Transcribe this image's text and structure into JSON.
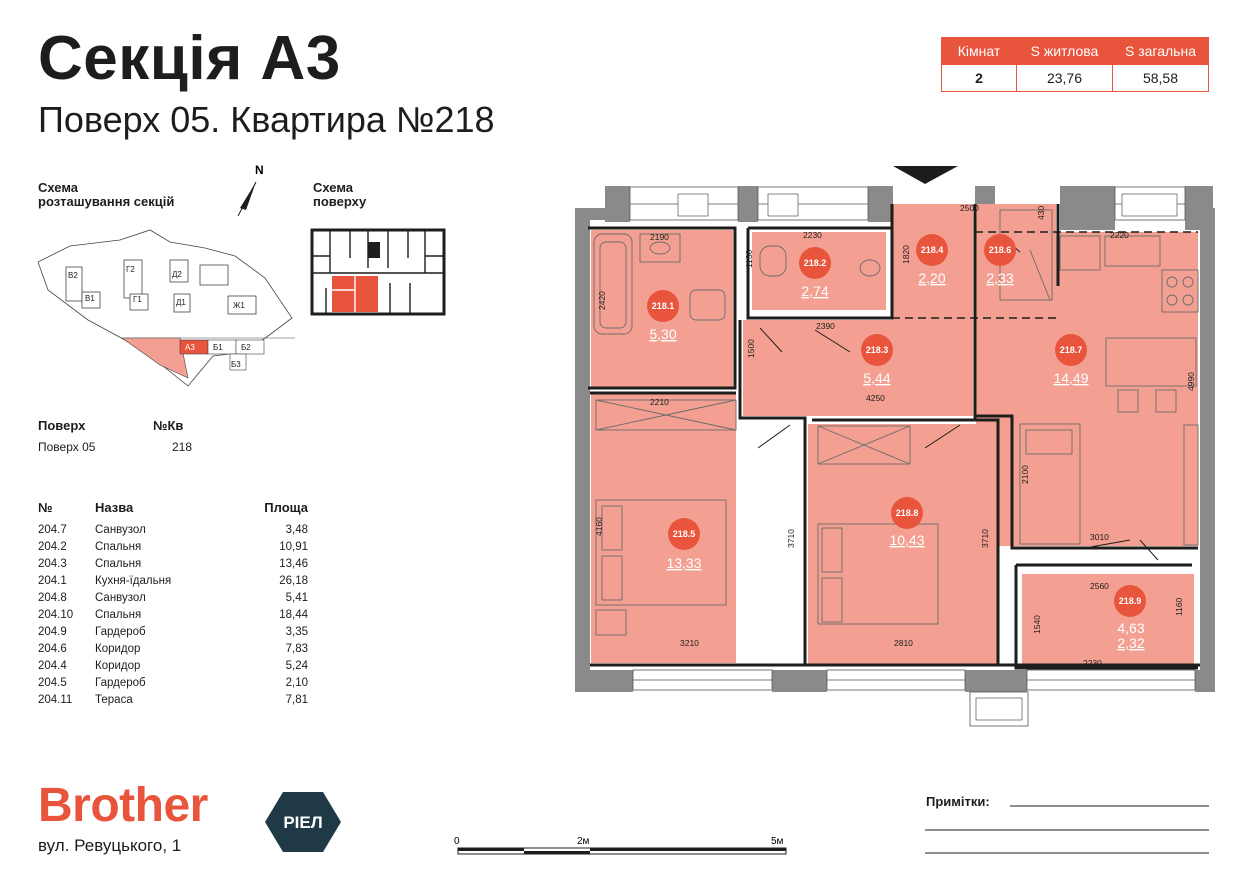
{
  "header": {
    "title": "Секція А3",
    "subtitle": "Поверх 05. Квартира №218"
  },
  "summary": {
    "headers": [
      "Кімнат",
      "S житлова",
      "S загальна"
    ],
    "values": [
      "2",
      "23,76",
      "58,58"
    ]
  },
  "section_scheme": {
    "title_line1": "Схема",
    "title_line2": "розташування секцій",
    "north": "N",
    "labels": [
      "В2",
      "Г2",
      "Д2",
      "В1",
      "Г1",
      "Д1",
      "Ж1",
      "А3",
      "Б1",
      "Б2",
      "Б3"
    ]
  },
  "floor_scheme": {
    "title_line1": "Схема",
    "title_line2": "поверху"
  },
  "info": {
    "floor_label": "Поверх",
    "apt_label": "№Кв",
    "floor_value": "Поверх 05",
    "apt_value": "218"
  },
  "rooms_table": {
    "headers": [
      "№",
      "Назва",
      "Площа"
    ],
    "rows": [
      [
        "204.7",
        "Санвузол",
        "3,48"
      ],
      [
        "204.2",
        "Спальня",
        "10,91"
      ],
      [
        "204.3",
        "Спальня",
        "13,46"
      ],
      [
        "204.1",
        "Кухня-їдальня",
        "26,18"
      ],
      [
        "204.8",
        "Санвузол",
        "5,41"
      ],
      [
        "204.10",
        "Спальня",
        "18,44"
      ],
      [
        "204.9",
        "Гардероб",
        "3,35"
      ],
      [
        "204.6",
        "Коридор",
        "7,83"
      ],
      [
        "204.4",
        "Коридор",
        "5,24"
      ],
      [
        "204.5",
        "Гардероб",
        "2,10"
      ],
      [
        "204.11",
        "Тераса",
        "7,81"
      ]
    ]
  },
  "plan": {
    "rooms": [
      {
        "id": "218.1",
        "area": "5,30"
      },
      {
        "id": "218.2",
        "area": "2,74"
      },
      {
        "id": "218.3",
        "area": "5,44"
      },
      {
        "id": "218.4",
        "area": "2,20"
      },
      {
        "id": "218.5",
        "area": "13,33"
      },
      {
        "id": "218.6",
        "area": "2,33"
      },
      {
        "id": "218.7",
        "area": "14,49"
      },
      {
        "id": "218.8",
        "area": "10,43"
      },
      {
        "id": "218.9",
        "area": "4,63",
        "area2": "2,32"
      }
    ],
    "dims": [
      "2190",
      "2230",
      "2500",
      "430",
      "2220",
      "2420",
      "1130",
      "1820",
      "2390",
      "1500",
      "4250",
      "2210",
      "4160",
      "3710",
      "3710",
      "2100",
      "4990",
      "3010",
      "2560",
      "1540",
      "1160",
      "3210",
      "2810",
      "2230"
    ]
  },
  "footer": {
    "brand": "Brother",
    "badge": "РІЕЛ",
    "address": "вул. Ревуцького, 1",
    "scale": [
      "0",
      "2м",
      "5м"
    ],
    "notes_label": "Примітки:"
  },
  "colors": {
    "accent": "#e8553c",
    "room_fill": "#f3a093",
    "wall": "#8a8a8a",
    "dark": "#1d1d1b",
    "badge_bg": "#1f3a46"
  }
}
